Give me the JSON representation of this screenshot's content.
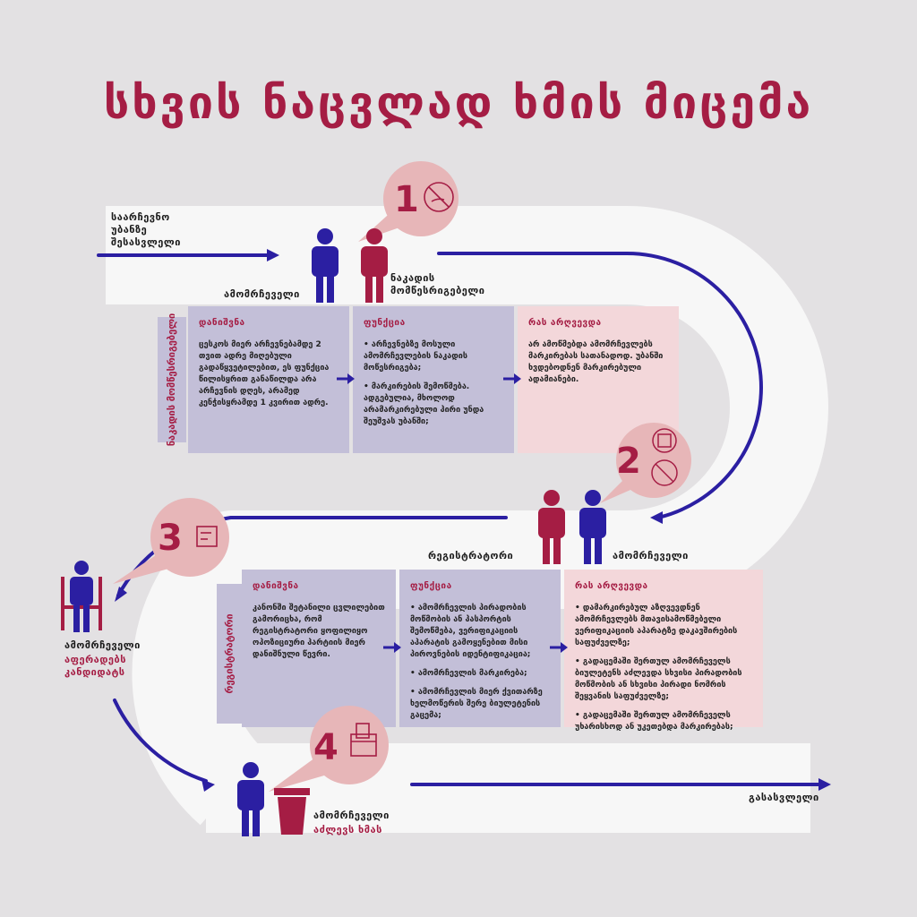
{
  "title": "სხვის ნაცვლად ხმის მიცემა",
  "colors": {
    "background": "#e3e1e3",
    "road": "#f7f7f7",
    "arrow": "#2b1fa2",
    "accent": "#a51d44",
    "lavender": "#c3bfd8",
    "pink": "#f3d7da",
    "bubble": "#e7b6b8"
  },
  "start_label": "საარჩევნო უბანზე შესასვლელი",
  "exit_label": "გასასვლელი",
  "steps": {
    "s1": {
      "number": "1",
      "icon": "no-marking-icon"
    },
    "s2": {
      "number": "2",
      "icon": "id-document-icon"
    },
    "s3": {
      "number": "3",
      "icon": "ballot-sign-icon"
    },
    "s4": {
      "number": "4",
      "icon": "ballot-box-icon"
    }
  },
  "people": {
    "voter1": "ამომრჩეველი",
    "marker": "ნაკადის მომწესრიგებელი",
    "registrar": "რეგისტრატორი",
    "voter2": "ამომრჩეველი",
    "voter3": "ამომრჩეველი",
    "voter3_sub": "აფერადებს კანდიდატს",
    "voter4": "ამომრჩეველი",
    "voter4_sub": "აძლევს ხმას"
  },
  "section1": {
    "side_label": "ნაკადის მომწესრიგებელი",
    "col1_title": "დანიშვნა",
    "col1_text": "ცესკოს მიერ არჩევნებამდე 2 თვით ადრე მიღებული გადაწყვეტილებით, ეს ფუნქცია წილისყრით განაწილდა არა არჩევნის დღეს, არამედ კენჭისყრამდე 1 კვირით ადრე.",
    "col2_title": "ფუნქცია",
    "col2_items": [
      "არჩევნებზე მოსული ამომრჩევლების ნაკადის მოწესრიგება;",
      "მარკირების შემოწმება. ადგებულია, მხოლოდ არამარკირებული პირი უნდა შეუშვას უბანში;"
    ],
    "col3_title": "რას არღვევდა",
    "col3_text": "არ ამოწმებდა ამომრჩევლებს მარკირებას სათანადოდ. უბანში ხვდებოდნენ მარკირებული ადამიანები."
  },
  "section2": {
    "side_label": "რეგისტრატორი",
    "col1_title": "დანიშვნა",
    "col1_text": "კანონში შეტანილი ცვლილებით გამორიცხა, რომ რეგისტრატორი ყოფილიყო ოპოზიციური პარტიის მიერ დანიშნული წევრი.",
    "col2_title": "ფუნქცია",
    "col2_items": [
      "ამომრჩევლის პირადობის მოწმობის ან პასპორტის შემოწმება, ვერიფიკაციის აპარატის გამოყენებით მისი პიროვნების იდენტიფიკაცია;",
      "ამომრჩევლის მარკირება;",
      "ამომრჩევლის მიერ ქვითარზე ხელმოწერის შერე ბიულეტენის გაცემა;"
    ],
    "col3_title": "რას არღვევდა",
    "col3_items": [
      "დამარკირებულ აზღვევდნენ ამომრჩევლებს მთავისამოწმებელი ვერიფიკაციის აპარატზე დაკავშირების საფუძველზე;",
      "გადაცემაში შერთულ ამომრჩეველს ბიულეტენს აძლევდა სხვისი პირადობის მოწმობის ან სხვისი პირადი ნომრის შეყვანის საფუძველზე;",
      "გადაცემაში შერთულ ამომრჩეველს უხარისხოდ ან უკეთებდა მარკირებას;"
    ]
  }
}
